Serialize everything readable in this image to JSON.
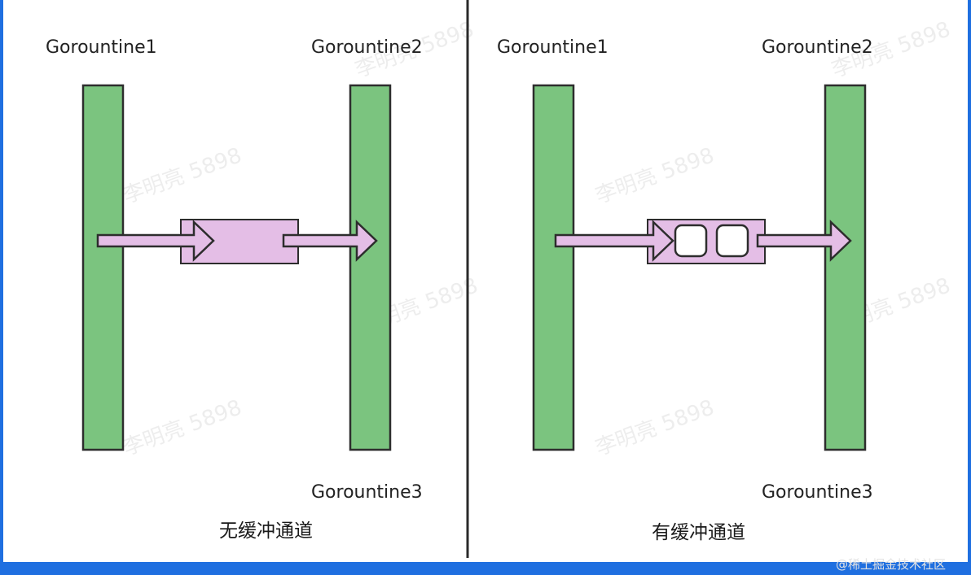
{
  "colors": {
    "frame": "#1f6fe0",
    "divider": "#2a2a2a",
    "goroutine_fill": "#7bc47f",
    "goroutine_stroke": "#2d2d2d",
    "channel_fill": "#e4bee6",
    "arrow_fill": "#e4bee6",
    "slot_fill": "#ffffff"
  },
  "watermark": {
    "text": "李明亮 5898"
  },
  "footer_watermark": "@稀土掘金技术社区",
  "panels": [
    {
      "goroutine_left": "Gorountine1",
      "goroutine_right_top": "Gorountine2",
      "goroutine_right_bottom": "Gorountine3",
      "caption": "无缓冲通道",
      "buffer_slots": 0
    },
    {
      "goroutine_left": "Gorountine1",
      "goroutine_right_top": "Gorountine2",
      "goroutine_right_bottom": "Gorountine3",
      "caption": "有缓冲通道",
      "buffer_slots": 2
    }
  ]
}
